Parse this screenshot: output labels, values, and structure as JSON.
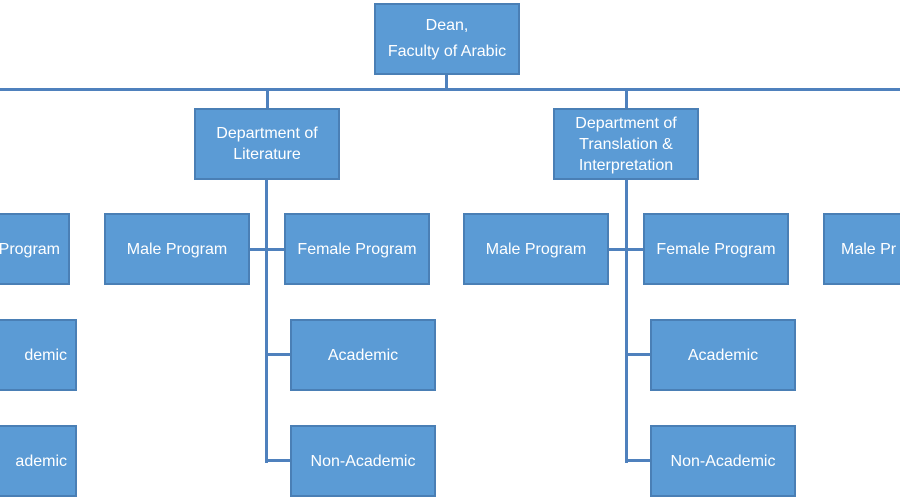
{
  "org_chart": {
    "root": "Dean,\nFaculty of Arabic",
    "departments": [
      "Department of\nLiterature",
      "Department of\nTranslation &\nInterpretation"
    ],
    "dept_literature_units": [
      "Male Program",
      "Female Program",
      "Academic",
      "Non-Academic"
    ],
    "dept_translation_units": [
      "Male Program",
      "Female Program",
      "Academic",
      "Non-Academic"
    ],
    "clipped_left_units": [
      "Program",
      "demic",
      "ademic"
    ],
    "clipped_right_unit": "Male Pr"
  },
  "colors": {
    "box_fill": "#5b9bd5",
    "box_border": "#4a7fb5",
    "connector": "#4f81bd",
    "text": "#ffffff"
  }
}
